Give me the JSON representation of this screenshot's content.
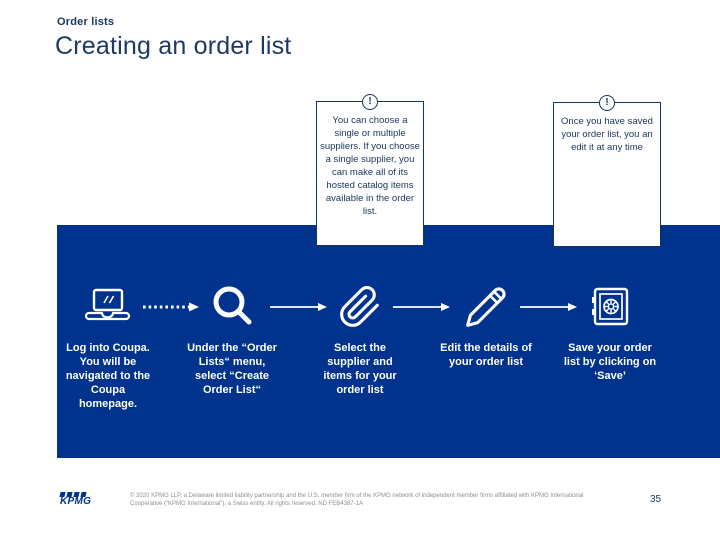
{
  "header": {
    "eyebrow": "Order lists",
    "title": "Creating an order list"
  },
  "callouts": [
    {
      "icon_label": "!",
      "text": "You can choose a single or multiple suppliers. If you choose a single supplier, you can make all of its hosted catalog items available in the order list."
    },
    {
      "icon_label": "!",
      "text": "Once you have saved your order list, you an edit it at any time"
    }
  ],
  "steps": [
    {
      "icon": "laptop-icon",
      "label": "Log into Coupa. You will be navigated to the Coupa homepage."
    },
    {
      "icon": "search-icon",
      "label": "Under the “Order Lists“ menu, select “Create Order List“"
    },
    {
      "icon": "paperclip-icon",
      "label": "Select the supplier and items for your order list"
    },
    {
      "icon": "pencil-icon",
      "label": "Edit the details of your order list"
    },
    {
      "icon": "safe-icon",
      "label": "Save your order list by clicking on ‘Save’"
    }
  ],
  "connectors": [
    "dotted-arrow",
    "solid-arrow",
    "solid-arrow",
    "solid-arrow"
  ],
  "footer": {
    "logo_text": "KPMG",
    "copyright_line1": "© 2020 KPMG LLP, a Delaware limited liability partnership and the U.S. member firm of the KPMG network of independent member firms affiliated with KPMG International",
    "copyright_line2": "Cooperative (“KPMG International”), a Swiss entity. All rights reserved. ND FEB4387-1A",
    "page_number": "35"
  },
  "colors": {
    "panel_blue": "#00338d",
    "heading_navy": "#1f3864",
    "callout_navy": "#17365d",
    "icon_white": "#ffffff"
  }
}
